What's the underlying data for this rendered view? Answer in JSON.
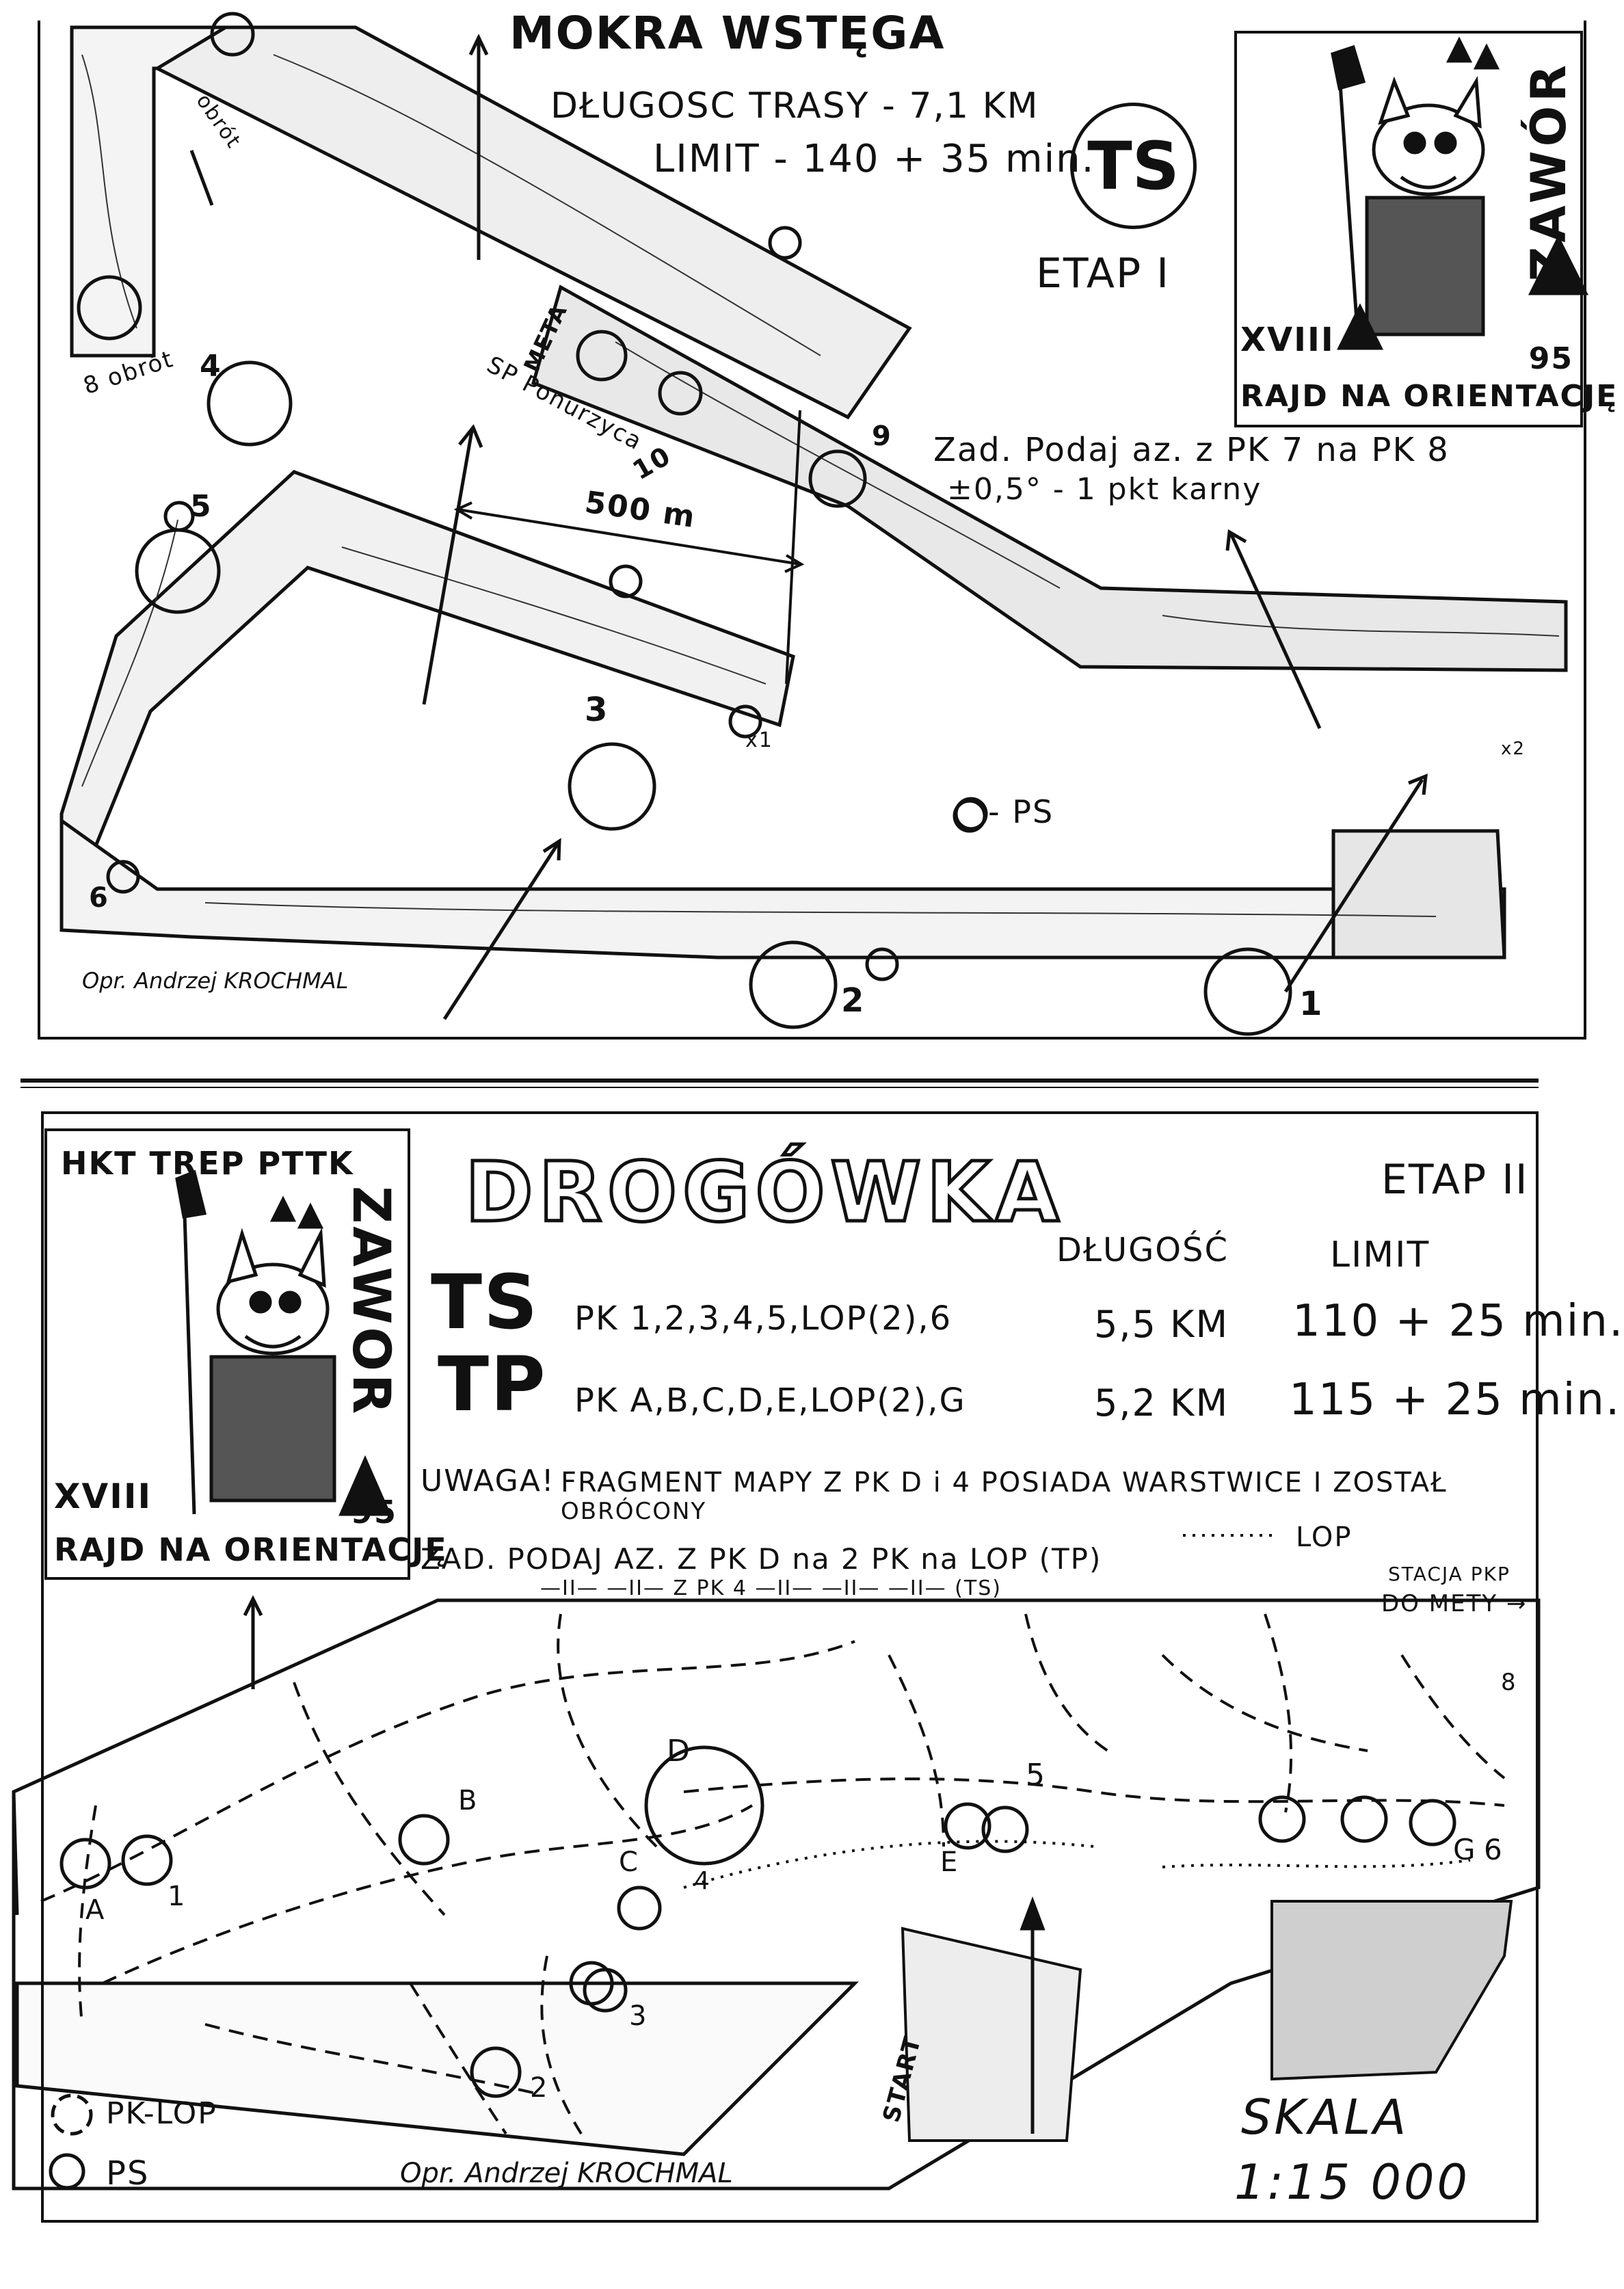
{
  "stage1": {
    "title_partial": "MOKRA WSTĘGA",
    "route_length": "DŁUGOSC TRASY - 7,1 KM",
    "limit": "LIMIT - 140 + 35 min.",
    "category": "TS",
    "stage": "ETAP I",
    "task_line1": "Zad. Podaj az. z PK 7 na PK 8",
    "task_line2": "±0,5° - 1 pkt karny",
    "scale_bar": "500 m",
    "finish_label": "META",
    "finish_place": "SP Ponurzyca",
    "ps_legend": "- PS",
    "author": "Opr.  Andrzej KROCHMAL",
    "checkpoints": [
      "1",
      "2",
      "3",
      "4",
      "5",
      "6",
      "8 obrót",
      "9",
      "10",
      "x1",
      "obrót",
      "x2"
    ],
    "logo": {
      "edition": "XVIII",
      "year": "95",
      "name": "ZAWÓR",
      "rally": "RAJD NA ORIENTACJĘ"
    }
  },
  "stage2": {
    "club": "HKT TREP PTTK",
    "logo": {
      "edition": "XVIII",
      "year": "95",
      "name": "ZAWOR",
      "rally": "RAJD NA ORIENTACJĘ"
    },
    "title": "DROGÓWKA",
    "stage": "ETAP II",
    "col_length": "DŁUGOŚĆ",
    "col_limit": "LIMIT",
    "rows": [
      {
        "category": "TS",
        "points": "PK 1,2,3,4,5,LOP(2),6",
        "length": "5,5 KM",
        "limit": "110 + 25 min."
      },
      {
        "category": "TP",
        "points": "PK A,B,C,D,E,LOP(2),G",
        "length": "5,2 KM",
        "limit": "115 + 25 min."
      }
    ],
    "note_label": "UWAGA!",
    "note_text": "FRAGMENT MAPY Z PK D i 4 POSIADA WARSTWICE I ZOSTAŁ",
    "note_text2": "OBRÓCONY",
    "lop_legend": "LOP",
    "task_line1": "ZAD. PODAJ AZ. Z PK D na 2 PK na LOP (TP)",
    "task_line2": "—II—  —II—  Z PK 4  —II—  —II—  —II—  (TS)",
    "station": "STACJA PKP",
    "to_finish": "DO METY →",
    "checkpoints": [
      "A",
      "1",
      "B",
      "C",
      "D",
      "4",
      "3",
      "2",
      "5",
      "E",
      "G",
      "6",
      "8"
    ],
    "start": "START",
    "legend_pk_lop": "PK-LOP",
    "legend_ps": "PS",
    "author": "Opr.  Andrzej KROCHMAL",
    "scale_label": "SKALA",
    "scale_value": "1:15 000"
  }
}
